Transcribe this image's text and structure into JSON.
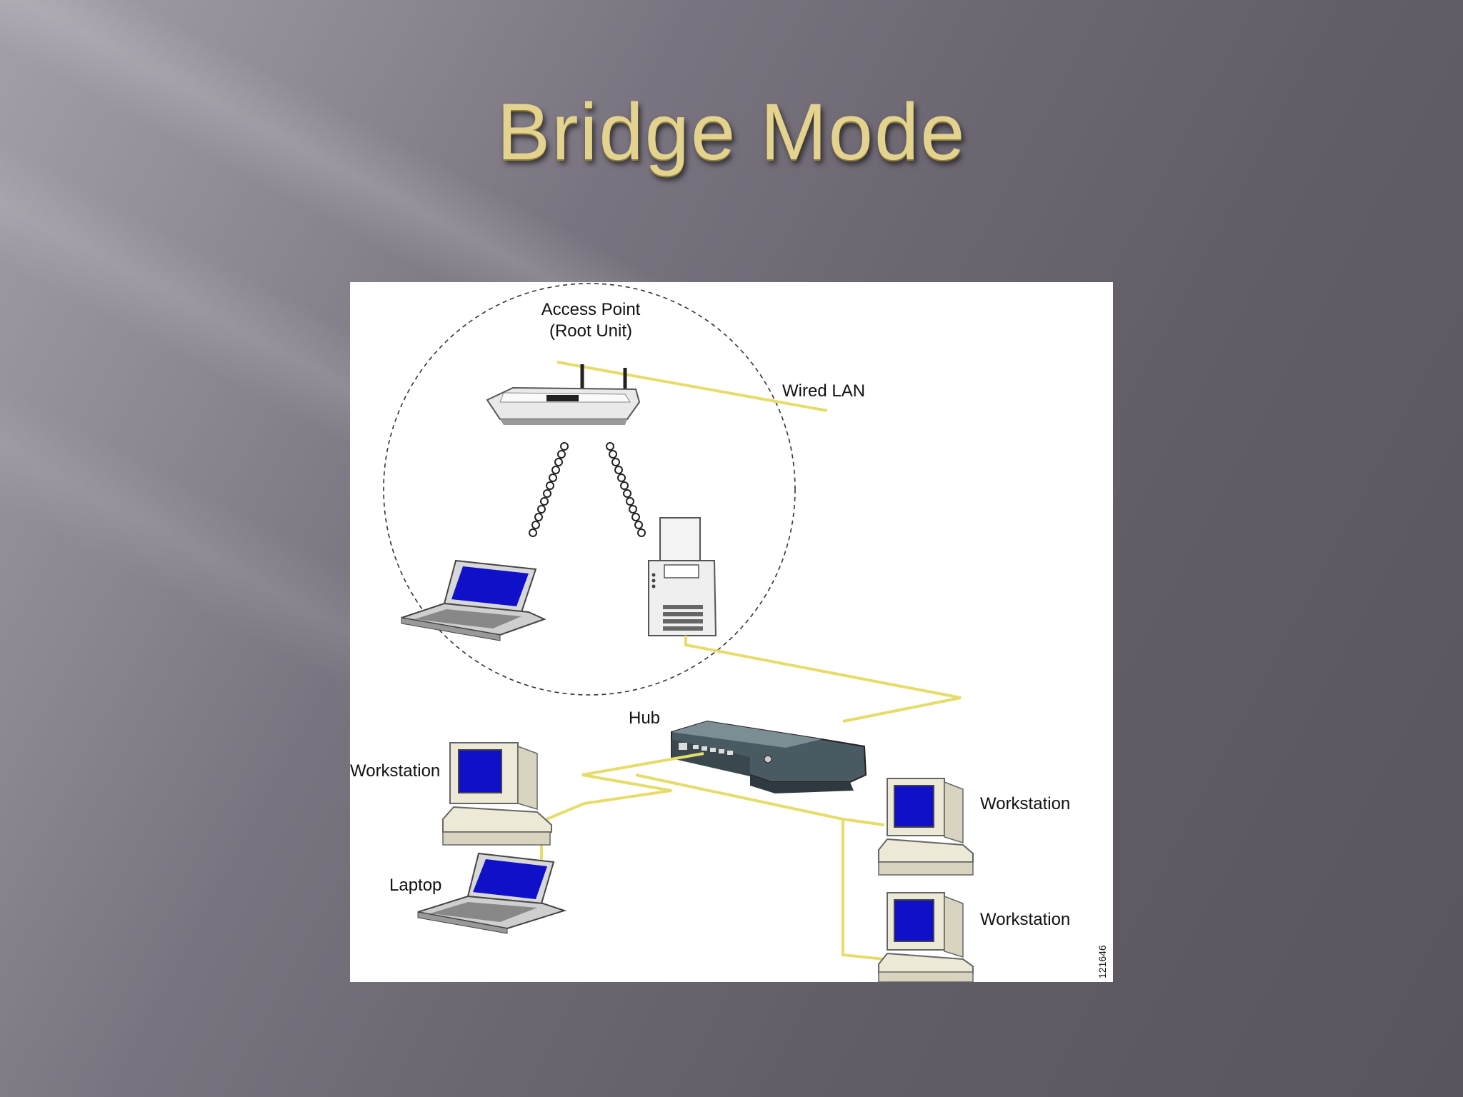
{
  "slide": {
    "title": "Bridge Mode"
  },
  "diagram": {
    "access_point_label_line1": "Access Point",
    "access_point_label_line2": "(Root Unit)",
    "wired_lan_label": "Wired LAN",
    "hub_label": "Hub",
    "workstation_left_label": "Workstation",
    "laptop_label": "Laptop",
    "workstation_right_top_label": "Workstation",
    "workstation_right_bottom_label": "Workstation",
    "figure_id": "121646",
    "colors": {
      "cable": "#e6dc6a",
      "screen": "#1010c8",
      "device_beige": "#e8e4d2",
      "hub_body": "#4a5a62"
    }
  }
}
